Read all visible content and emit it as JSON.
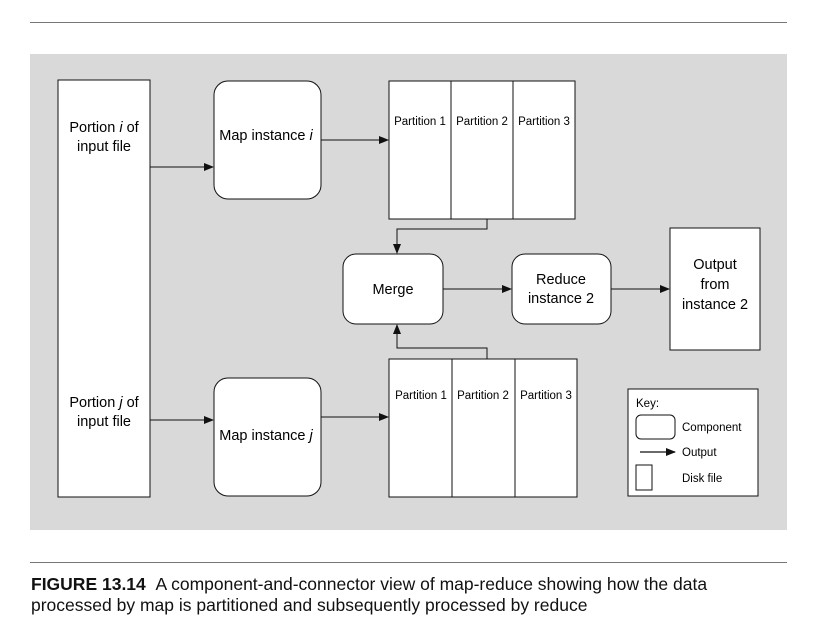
{
  "diagram": {
    "input_i": {
      "pre": "Portion ",
      "var": "i",
      "post": " of",
      "line2": "input file"
    },
    "input_j": {
      "pre": "Portion ",
      "var": "j",
      "post": " of",
      "line2": "input file"
    },
    "map_i": {
      "pre": "Map instance ",
      "var": "i"
    },
    "map_j": {
      "pre": "Map instance ",
      "var": "j"
    },
    "partitions_top": [
      "Partition 1",
      "Partition 2",
      "Partition 3"
    ],
    "partitions_bottom": [
      "Partition 1",
      "Partition 2",
      "Partition 3"
    ],
    "merge": "Merge",
    "reduce": {
      "line1": "Reduce",
      "line2": "instance 2"
    },
    "output": {
      "line1": "Output",
      "line2": "from",
      "line3": "instance 2"
    },
    "key": {
      "title": "Key:",
      "component": "Component",
      "output": "Output",
      "disk_file": "Disk file"
    }
  },
  "caption": {
    "label": "FIGURE 13.14",
    "text": "A component-and-connector view of map-reduce showing how the data processed by map is partitioned and subsequently processed by reduce"
  }
}
